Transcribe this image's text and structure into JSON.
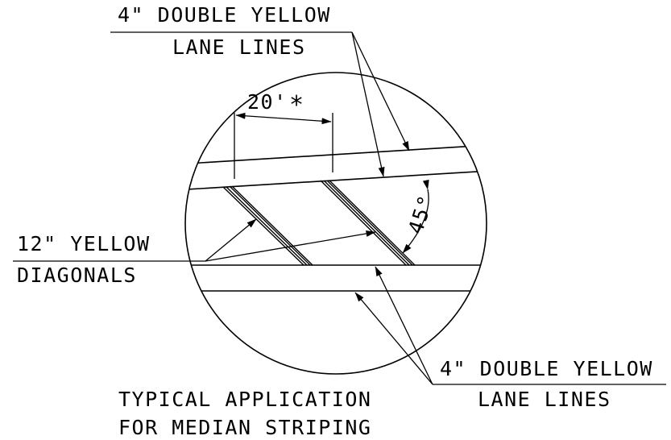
{
  "labels": {
    "top_callout_line1": "4\" DOUBLE YELLOW",
    "top_callout_line2": "LANE LINES",
    "spacing_dimension": "20'",
    "spacing_asterisk": "*",
    "angle": "45°",
    "left_callout_line1": "12\" YELLOW",
    "left_callout_line2": "DIAGONALS",
    "bottom_callout_line1": "4\" DOUBLE YELLOW",
    "bottom_callout_line2": "LANE LINES",
    "caption_line1": "TYPICAL APPLICATION",
    "caption_line2": "FOR MEDIAN STRIPING"
  },
  "colors": {
    "ink": "#000000",
    "paper": "#ffffff"
  }
}
